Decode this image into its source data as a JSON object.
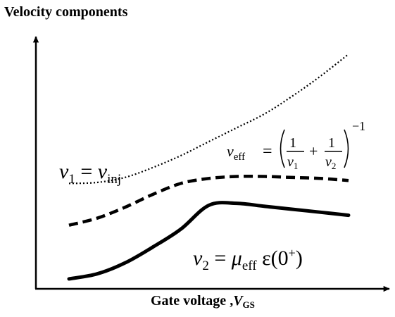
{
  "chart_data": {
    "type": "line",
    "ylabel": "Velocity components",
    "xlabel_text": "Gate voltage ,",
    "xlabel_symbol": "V",
    "xlabel_subscript": "GS",
    "series": [
      {
        "name": "v1 = vinj",
        "style": "dotted",
        "x": [
          0.0,
          0.1,
          0.2,
          0.3,
          0.4,
          0.5,
          0.6,
          0.7,
          0.8,
          0.9,
          1.0
        ],
        "y": [
          0.53,
          0.535,
          0.56,
          0.61,
          0.67,
          0.74,
          0.81,
          0.88,
          0.97,
          1.07,
          1.18
        ]
      },
      {
        "name": "veff",
        "style": "dashed",
        "x": [
          0.0,
          0.1,
          0.2,
          0.3,
          0.4,
          0.5,
          0.6,
          0.7,
          0.8,
          0.9,
          1.0
        ],
        "y": [
          0.32,
          0.355,
          0.41,
          0.475,
          0.53,
          0.555,
          0.565,
          0.565,
          0.56,
          0.555,
          0.545
        ]
      },
      {
        "name": "v2 = μeff ε(0+)",
        "style": "solid",
        "x": [
          0.0,
          0.1,
          0.2,
          0.3,
          0.4,
          0.5,
          0.6,
          0.7,
          0.8,
          0.9,
          1.0
        ],
        "y": [
          0.05,
          0.075,
          0.13,
          0.21,
          0.3,
          0.42,
          0.43,
          0.415,
          0.4,
          0.385,
          0.37
        ]
      }
    ],
    "xlim": [
      0,
      1
    ],
    "ylim": [
      0,
      1.24
    ],
    "ticks": false,
    "grid": false,
    "annotations": {
      "v1": {
        "v": "v",
        "sub1": "1",
        "eq": " = ",
        "v2": "v",
        "sub2": "inj"
      },
      "v2": {
        "v": "v",
        "sub1": "2",
        "eq": " = ",
        "mu": "μ",
        "sub2": "eff",
        "rest": " ε(0",
        "sup": "+",
        "close": ")"
      },
      "veff": {
        "v": "v",
        "sub": "eff",
        "eq": "=",
        "one_a": "1",
        "den_a_v": "v",
        "den_a_sub": "1",
        "plus": "+",
        "one_b": "1",
        "den_b_v": "v",
        "den_b_sub": "2",
        "exp": "−1"
      }
    }
  }
}
